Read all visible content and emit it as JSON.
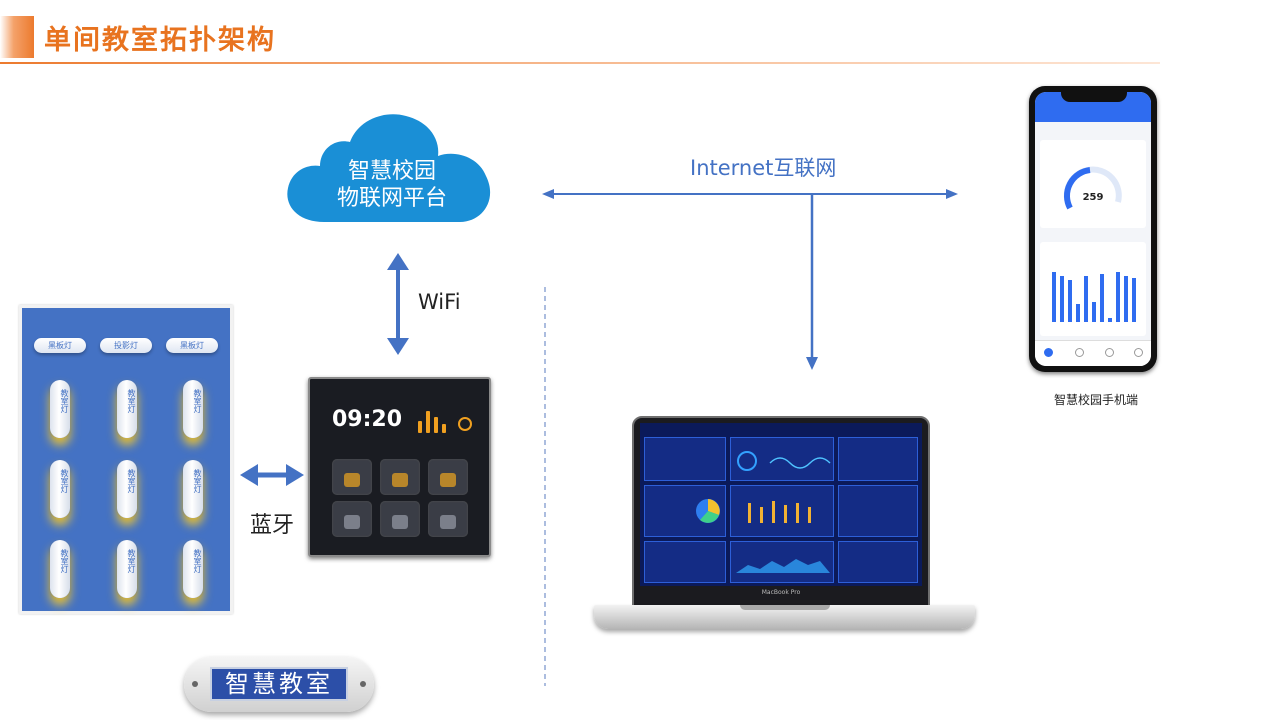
{
  "page": {
    "title": "单间教室拓扑架构"
  },
  "cloud": {
    "line1": "智慧校园",
    "line2": "物联网平台"
  },
  "labels": {
    "wifi": "WiFi",
    "bluetooth": "蓝牙",
    "internet": "Internet互联网",
    "phone_caption": "智慧校园手机端"
  },
  "classroom": {
    "top_lights": [
      "黑板灯",
      "投影灯",
      "黑板灯"
    ],
    "room_light_label": "教室灯",
    "room_light_count": 9,
    "badge": "智慧教室"
  },
  "control_panel": {
    "time": "09:20"
  },
  "laptop": {
    "brand": "MacBook Pro"
  },
  "phone_app": {
    "gauge_value": "259"
  },
  "colors": {
    "title_orange": "#e8731f",
    "accent_blue": "#4472c4",
    "cloud_blue": "#1a8fd6"
  }
}
